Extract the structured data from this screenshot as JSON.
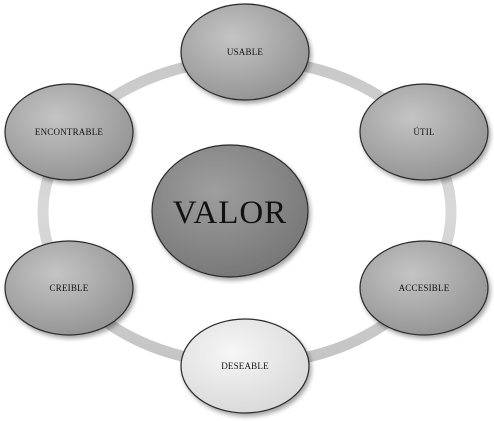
{
  "center": {
    "label": "VALOR"
  },
  "nodes": [
    {
      "id": "usable",
      "label": "USABLE"
    },
    {
      "id": "util",
      "label": "ÚTIL"
    },
    {
      "id": "accesible",
      "label": "ACCESIBLE"
    },
    {
      "id": "deseable",
      "label": "DESEABLE"
    },
    {
      "id": "creible",
      "label": "CREIBLE"
    },
    {
      "id": "encontrable",
      "label": "ENCONTRABLE"
    }
  ],
  "colors": {
    "ring": "#d6d6d6",
    "center_fill": "#8a8a8a",
    "node_fill_dark": "#a9a9a9",
    "node_fill_light": "#e6e6e6",
    "outline": "#2a2a2a"
  }
}
